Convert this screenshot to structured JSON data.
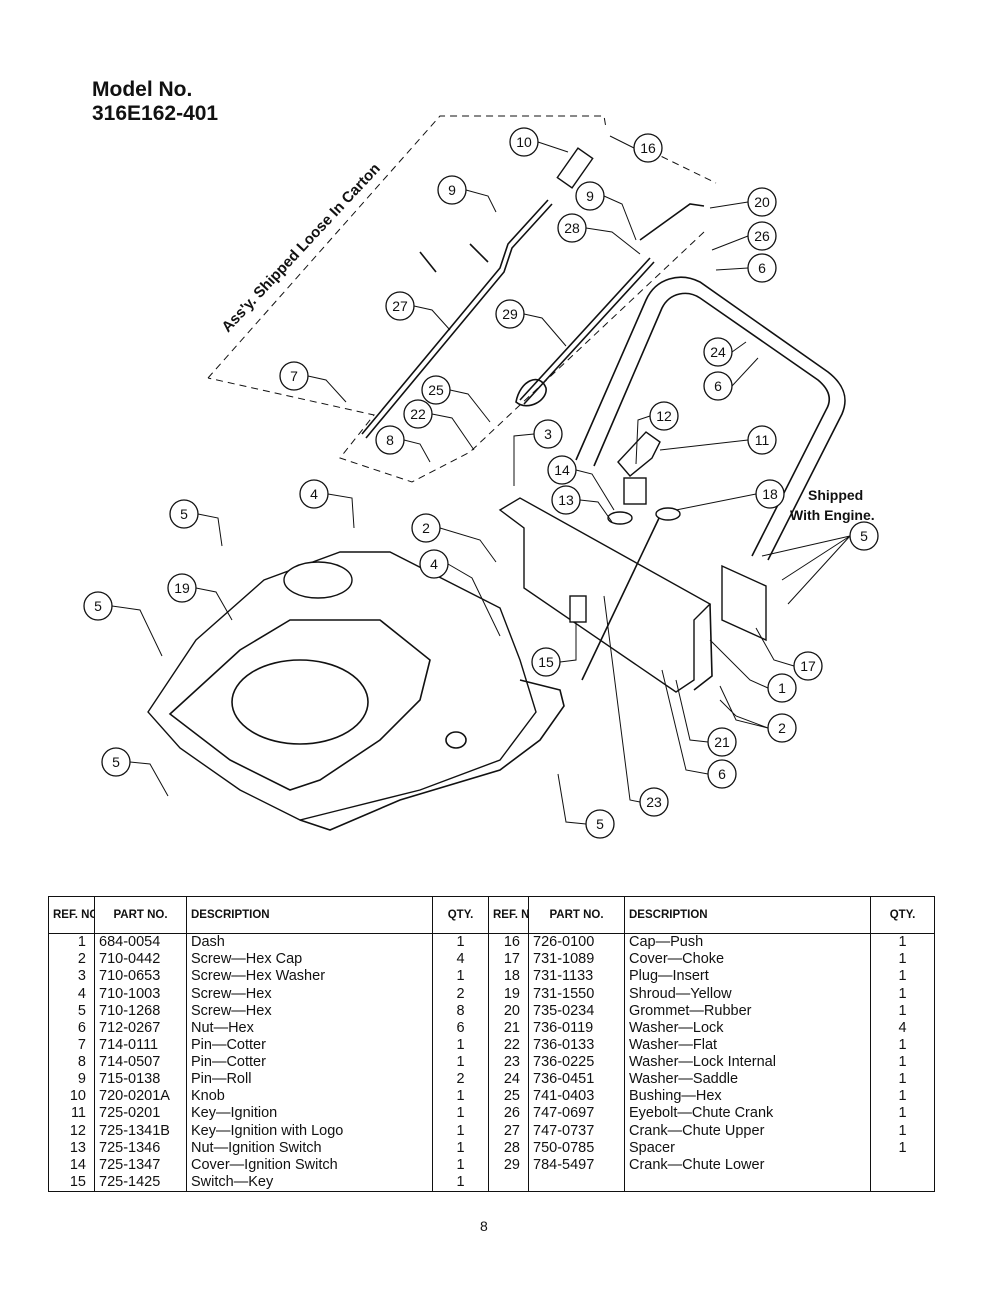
{
  "model": {
    "label": "Model No.",
    "number": "316E162-401"
  },
  "diagram": {
    "carton_note": "Ass'y. Shipped Loose In Carton",
    "engine_note_1": "Shipped",
    "engine_note_2": "With Engine.",
    "callouts": [
      "10",
      "16",
      "9",
      "9",
      "20",
      "28",
      "26",
      "6",
      "27",
      "29",
      "24",
      "6",
      "7",
      "25",
      "22",
      "8",
      "3",
      "12",
      "11",
      "14",
      "13",
      "18",
      "4",
      "5",
      "2",
      "4",
      "5",
      "19",
      "5",
      "15",
      "17",
      "1",
      "2",
      "21",
      "6",
      "5",
      "23",
      "5"
    ]
  },
  "table": {
    "headers": {
      "ref_no": "REF. NO.",
      "part_no": "PART NO.",
      "description": "DESCRIPTION",
      "qty": "QTY."
    },
    "left": [
      {
        "ref": "1",
        "part": "684-0054",
        "desc": "Dash",
        "qty": "1"
      },
      {
        "ref": "2",
        "part": "710-0442",
        "desc": "Screw—Hex Cap",
        "qty": "4"
      },
      {
        "ref": "3",
        "part": "710-0653",
        "desc": "Screw—Hex Washer",
        "qty": "1"
      },
      {
        "ref": "4",
        "part": "710-1003",
        "desc": "Screw—Hex",
        "qty": "2"
      },
      {
        "ref": "5",
        "part": "710-1268",
        "desc": "Screw—Hex",
        "qty": "8"
      },
      {
        "ref": "6",
        "part": "712-0267",
        "desc": "Nut—Hex",
        "qty": "6"
      },
      {
        "ref": "7",
        "part": "714-0111",
        "desc": "Pin—Cotter",
        "qty": "1"
      },
      {
        "ref": "8",
        "part": "714-0507",
        "desc": "Pin—Cotter",
        "qty": "1"
      },
      {
        "ref": "9",
        "part": "715-0138",
        "desc": "Pin—Roll",
        "qty": "2"
      },
      {
        "ref": "10",
        "part": "720-0201A",
        "desc": "Knob",
        "qty": "1"
      },
      {
        "ref": "11",
        "part": "725-0201",
        "desc": "Key—Ignition",
        "qty": "1"
      },
      {
        "ref": "12",
        "part": "725-1341B",
        "desc": "Key—Ignition with Logo",
        "qty": "1"
      },
      {
        "ref": "13",
        "part": "725-1346",
        "desc": "Nut—Ignition Switch",
        "qty": "1"
      },
      {
        "ref": "14",
        "part": "725-1347",
        "desc": "Cover—Ignition Switch",
        "qty": "1"
      },
      {
        "ref": "15",
        "part": "725-1425",
        "desc": "Switch—Key",
        "qty": "1"
      }
    ],
    "right": [
      {
        "ref": "16",
        "part": "726-0100",
        "desc": "Cap—Push",
        "qty": "1"
      },
      {
        "ref": "17",
        "part": "731-1089",
        "desc": "Cover—Choke",
        "qty": "1"
      },
      {
        "ref": "18",
        "part": "731-1133",
        "desc": "Plug—Insert",
        "qty": "1"
      },
      {
        "ref": "19",
        "part": "731-1550",
        "desc": "Shroud—Yellow",
        "qty": "1"
      },
      {
        "ref": "20",
        "part": "735-0234",
        "desc": "Grommet—Rubber",
        "qty": "1"
      },
      {
        "ref": "21",
        "part": "736-0119",
        "desc": "Washer—Lock",
        "qty": "4"
      },
      {
        "ref": "22",
        "part": "736-0133",
        "desc": "Washer—Flat",
        "qty": "1"
      },
      {
        "ref": "23",
        "part": "736-0225",
        "desc": "Washer—Lock Internal",
        "qty": "1"
      },
      {
        "ref": "24",
        "part": "736-0451",
        "desc": "Washer—Saddle",
        "qty": "1"
      },
      {
        "ref": "25",
        "part": "741-0403",
        "desc": "Bushing—Hex",
        "qty": "1"
      },
      {
        "ref": "26",
        "part": "747-0697",
        "desc": "Eyebolt—Chute Crank",
        "qty": "1"
      },
      {
        "ref": "27",
        "part": "747-0737",
        "desc": "Crank—Chute Upper",
        "qty": "1"
      },
      {
        "ref": "28",
        "part": "750-0785",
        "desc": "Spacer",
        "qty": "1"
      },
      {
        "ref": "29",
        "part": "784-5497",
        "desc": "Crank—Chute Lower",
        "qty": ""
      }
    ]
  },
  "page_number": "8"
}
